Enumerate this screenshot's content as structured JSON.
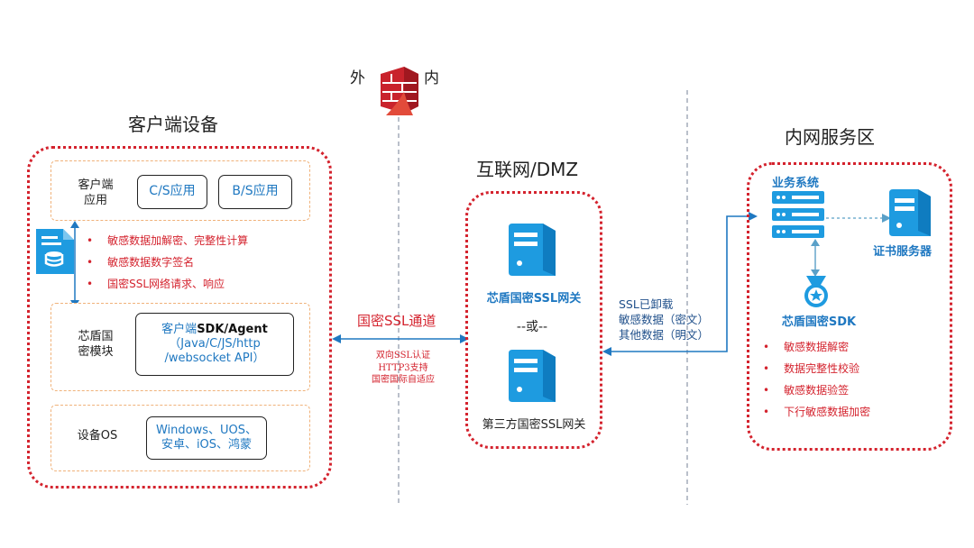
{
  "firewall": {
    "outside": "外",
    "inside": "内"
  },
  "client": {
    "title": "客户端设备",
    "app_label": "客户端\n应用",
    "app_items": [
      "C/S应用",
      "B/S应用"
    ],
    "features": [
      "敏感数据加解密、完整性计算",
      "敏感数据数字签名",
      "国密SSL网络请求、响应"
    ],
    "module_label": "芯盾国\n密模块",
    "sdk_prefix": "客户端",
    "sdk_bold": "SDK/Agent",
    "sdk_detail": "（Java/C/JS/http\n/websocket API）",
    "os_label": "设备OS",
    "os_value": "Windows、UOS、\n安卓、iOS、鸿蒙"
  },
  "channel": {
    "label": "国密SSL通道",
    "notes": [
      "双向SSL认证",
      "HTTP3支持",
      "国密国际自适应"
    ]
  },
  "dmz": {
    "title": "互联网/DMZ",
    "gateway1": "芯盾国密SSL网关",
    "or": "--或--",
    "gateway2": "第三方国密SSL网关"
  },
  "right_link": {
    "lines": [
      "SSL已卸载",
      "敏感数据（密文）",
      "其他数据（明文）"
    ]
  },
  "intranet": {
    "title": "内网服务区",
    "biz": "业务系统",
    "cert_server": "证书服务器",
    "sdk": "芯盾国密SDK",
    "features": [
      "敏感数据解密",
      "数据完整性校验",
      "敏感数据验签",
      "下行敏感数据加密"
    ]
  },
  "colors": {
    "accent": "#1f78c1",
    "red": "#d4232e",
    "icon_blue": "#1e9be0"
  }
}
